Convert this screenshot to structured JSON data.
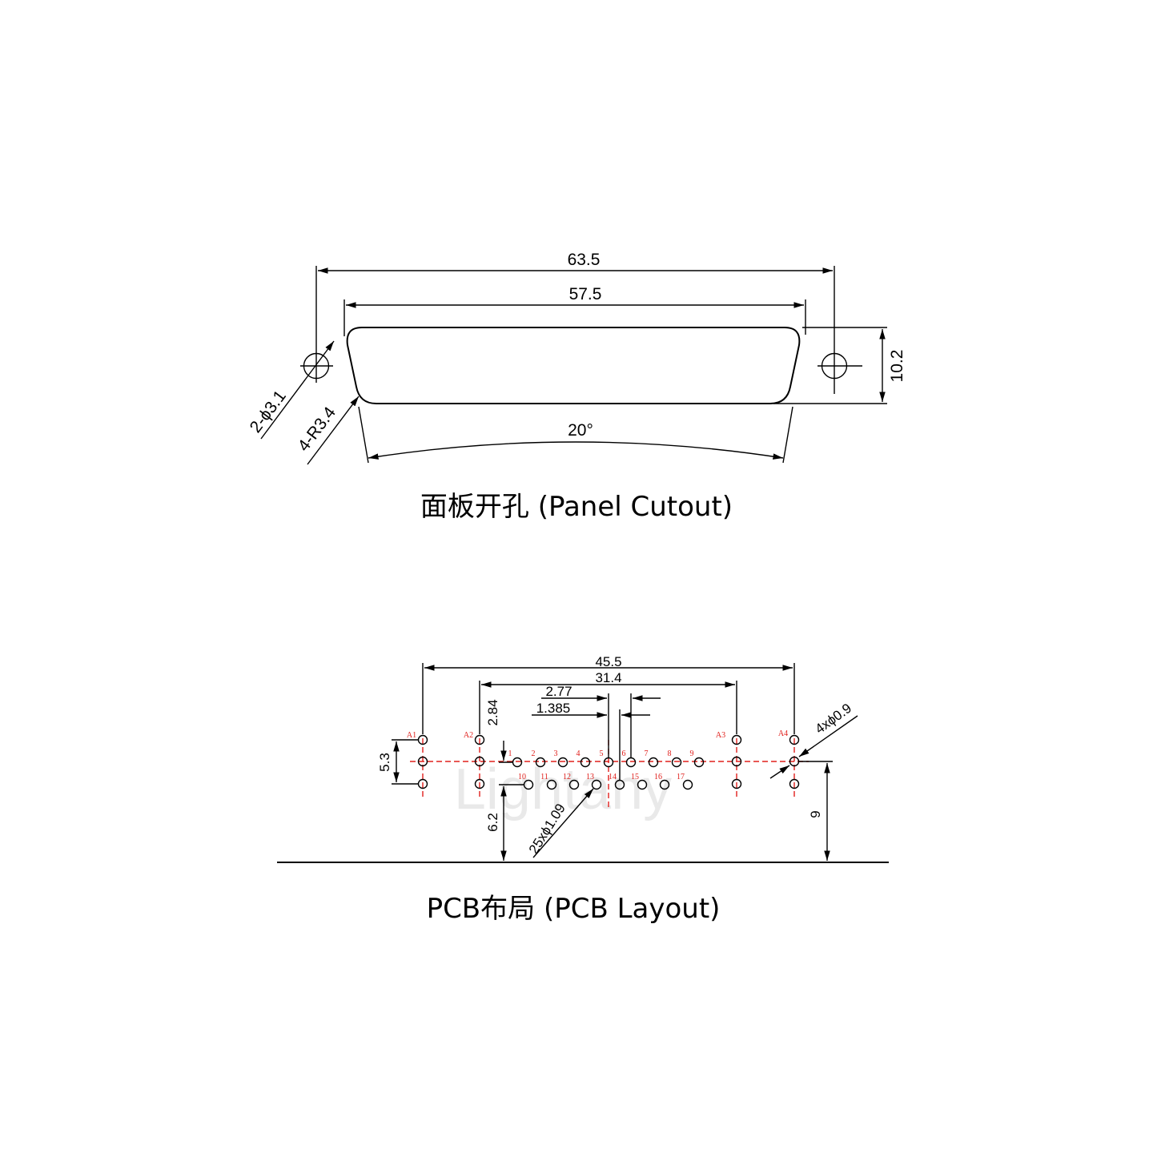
{
  "panel_cutout": {
    "dim_overall_width": "63.5",
    "dim_opening_width": "57.5",
    "dim_height": "10.2",
    "dim_hole": "2-ϕ3.1",
    "dim_radius": "4-R3.4",
    "dim_angle": "20°",
    "caption": "面板开孔 (Panel Cutout)"
  },
  "pcb_layout": {
    "dim_outer": "45.5",
    "dim_inner": "31.4",
    "dim_pitch": "2.77",
    "dim_half_pitch": "1.385",
    "dim_row_spacing": "2.84",
    "dim_mount_pair": "5.3",
    "dim_to_edge": "6.2",
    "dim_mount_to_edge": "9",
    "dim_mount_holes": "4xϕ0.9",
    "dim_signal_holes": "25xϕ1.09",
    "mount_labels": [
      "A1",
      "A2",
      "A3",
      "A4"
    ],
    "row1_pins": [
      "1",
      "2",
      "3",
      "4",
      "5",
      "6",
      "7",
      "8",
      "9"
    ],
    "row2_pins": [
      "10",
      "11",
      "12",
      "13",
      "14",
      "15",
      "16",
      "17"
    ],
    "caption": "PCB布局 (PCB Layout)"
  },
  "watermark": "Lightany"
}
